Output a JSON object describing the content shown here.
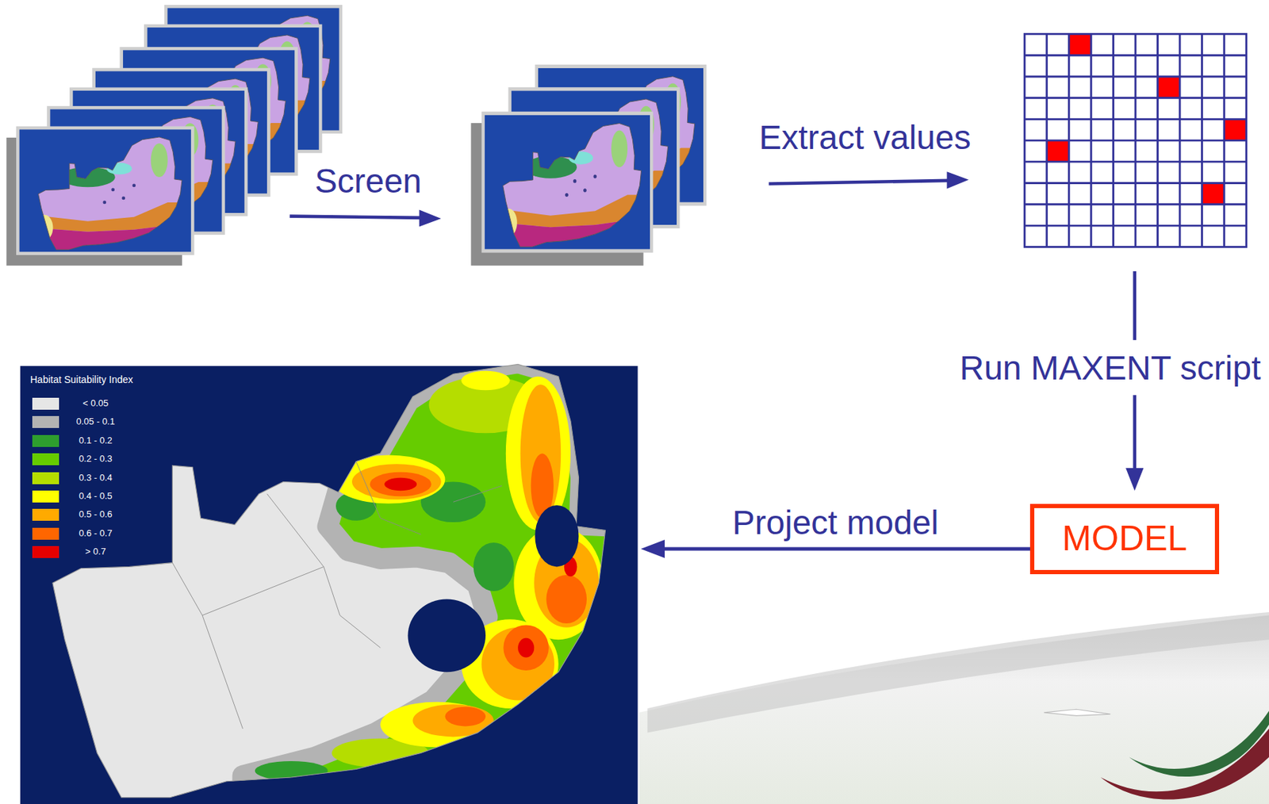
{
  "diagram": {
    "nodes": [
      {
        "text": [
          "Habitat Suitability Index"
        ]
      },
      {
        "text": [
          "MODEL"
        ]
      }
    ],
    "edges": [
      {
        "from": 1,
        "to": 0,
        "arrow": "to",
        "label": "Project model"
      }
    ],
    "labels": [
      "Screen",
      "Extract values",
      "Run MAXENT script"
    ],
    "legend": [
      {
        "text": "< 0.05",
        "color": "#e6e6e6"
      },
      {
        "text": "0.05 - 0.1",
        "color": "#b3b3b3"
      },
      {
        "text": "0.1 - 0.2",
        "color": "#2e9e2e"
      },
      {
        "text": "0.2 - 0.3",
        "color": "#66cc00"
      },
      {
        "text": "0.3 - 0.4",
        "color": "#b5dd00"
      },
      {
        "text": "0.4 - 0.5",
        "color": "#ffff00"
      },
      {
        "text": "0.5 - 0.6",
        "color": "#ffaa00"
      },
      {
        "text": "0.6 - 0.7",
        "color": "#ff6600"
      },
      {
        "text": "> 0.7",
        "color": "#e60000"
      }
    ]
  }
}
